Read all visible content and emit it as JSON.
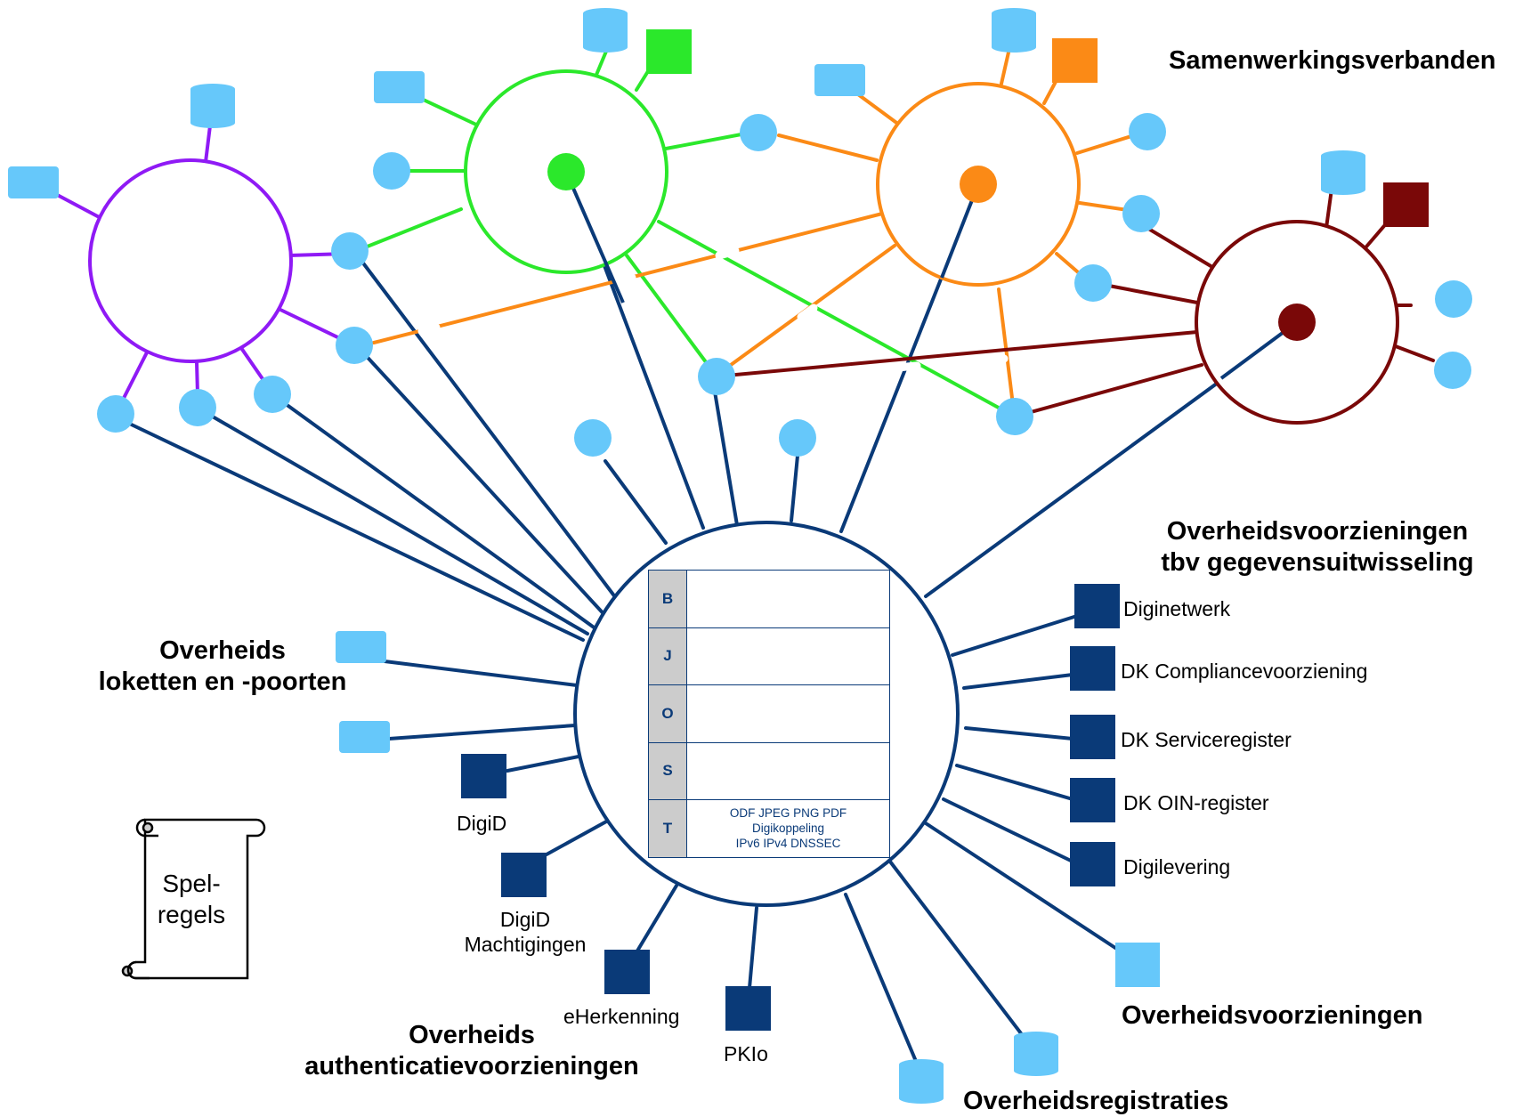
{
  "labels": {
    "samenwerkingsverbanden": "Samenwerkingsverbanden",
    "voorzieningen_gu_1": "Overheidsvoorzieningen",
    "voorzieningen_gu_2": "tbv gegevensuitwisseling",
    "loketten_1": "Overheids",
    "loketten_2": "loketten en -poorten",
    "authenticatie_1": "Overheids",
    "authenticatie_2": "authenticatievoorzieningen",
    "overheidsvoorzieningen": "Overheidsvoorzieningen",
    "overheidsregistraties": "Overheidsregistraties"
  },
  "exchange_services": [
    "Diginetwerk",
    "DK Compliancevoorziening",
    "DK Serviceregister",
    "DK OIN-register",
    "Digilevering"
  ],
  "auth_services": {
    "digid": "DigiD",
    "machtigingen_1": "DigiD",
    "machtigingen_2": "Machtigingen",
    "eherkenning": "eHerkenning",
    "pkio": "PKIo"
  },
  "stack": {
    "layers": [
      {
        "key": "B",
        "lines": []
      },
      {
        "key": "J",
        "lines": []
      },
      {
        "key": "O",
        "lines": []
      },
      {
        "key": "S",
        "lines": []
      },
      {
        "key": "T",
        "lines": [
          "ODF JPEG PNG PDF",
          "Digikoppeling",
          "IPv6 IPv4 DNSSEC"
        ]
      }
    ]
  },
  "scroll": {
    "line1": "Spel-",
    "line2": "regels"
  },
  "colors": {
    "navy": "#0a3a78",
    "node_light": "#66c8fa",
    "purple": "#8f1af5",
    "green": "#2be82b",
    "orange": "#fb8a16",
    "maroon": "#7a0808",
    "grey": "#cccccc"
  }
}
